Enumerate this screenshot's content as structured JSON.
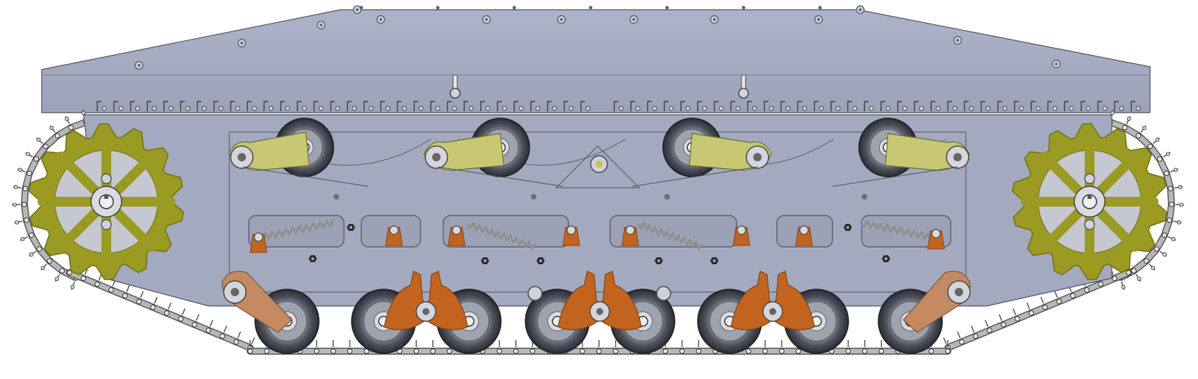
{
  "diagram": {
    "subject": "tracked-chassis-side-view",
    "colors": {
      "hull": "#a3a9bf",
      "hull_dark": "#8f95ab",
      "hull_stroke": "#4b4f5c",
      "sprocket": "#9b9a22",
      "sprocket_dark": "#6f6e10",
      "upper_arm": "#c7c774",
      "lower_arm": "#c48a62",
      "bogie": "#c2641f",
      "bogie_dark": "#8a420f",
      "wheel_tire": "#3a3d45",
      "wheel_rim": "#9ea3ae",
      "chain": "#b8b8b8",
      "chain_dark": "#555555",
      "spring": "#8e8e8e",
      "bolt": "#5e6270"
    },
    "counts": {
      "road_wheels": 8,
      "return_wheels": 4,
      "sprockets": 2,
      "sprocket_teeth": 14,
      "springs": 4,
      "bogie_pairs": 3
    }
  }
}
